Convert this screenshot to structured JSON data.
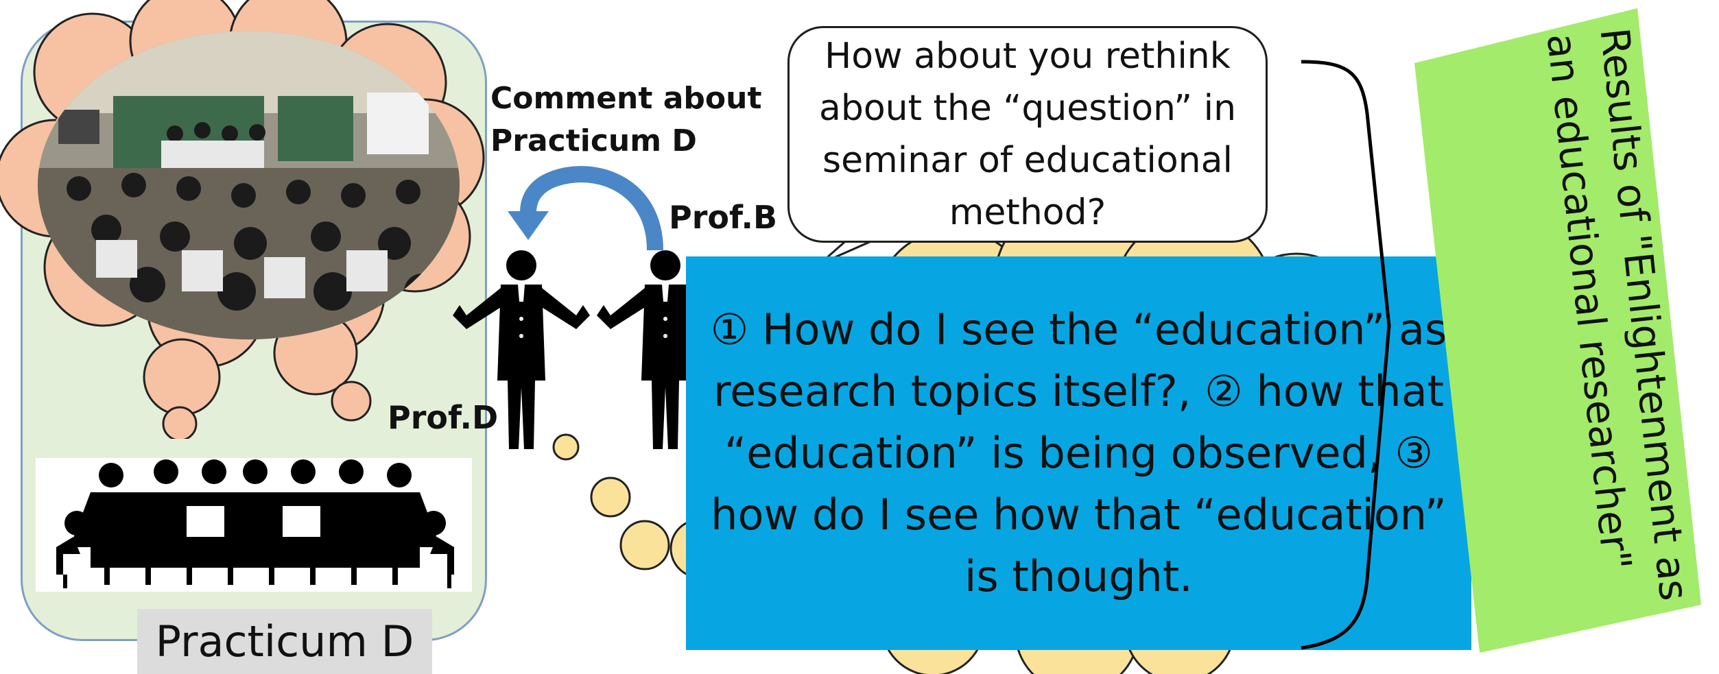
{
  "practicum_label": "Practicum D",
  "comment_label_line1": "Comment about",
  "comment_label_line2": "Practicum D",
  "prof_b": "Prof.B",
  "prof_d": "Prof.D",
  "speech_line1": "How about you rethink",
  "speech_line2": "about the “question” in",
  "speech_line3": "seminar of educational",
  "speech_line4": "method?",
  "blue_line1": "① How do I see the “education” as",
  "blue_line2": "research topics itself?, ② how that",
  "blue_line3": "“education” is being observed, ③",
  "blue_line4": "how do I see how that “education”",
  "blue_line5": "is thought.",
  "result_line1": "Results of \"Enlightenment as",
  "result_line2": "an educational researcher\"",
  "colors": {
    "panel": "#e3efd8",
    "cloud_peach": "#f6c2a3",
    "cloud_yellow": "#fbe29b",
    "blue_box": "#07a6e2",
    "result_green": "#a3eb6a",
    "arrow_blue": "#4b87c7"
  },
  "icons": {
    "classroom_photo": "classroom-photo",
    "meeting_table": "meeting-table-icon",
    "professor_figure": "person-icon",
    "curved_arrow": "curved-arrow-icon",
    "brace": "right-brace-icon"
  }
}
